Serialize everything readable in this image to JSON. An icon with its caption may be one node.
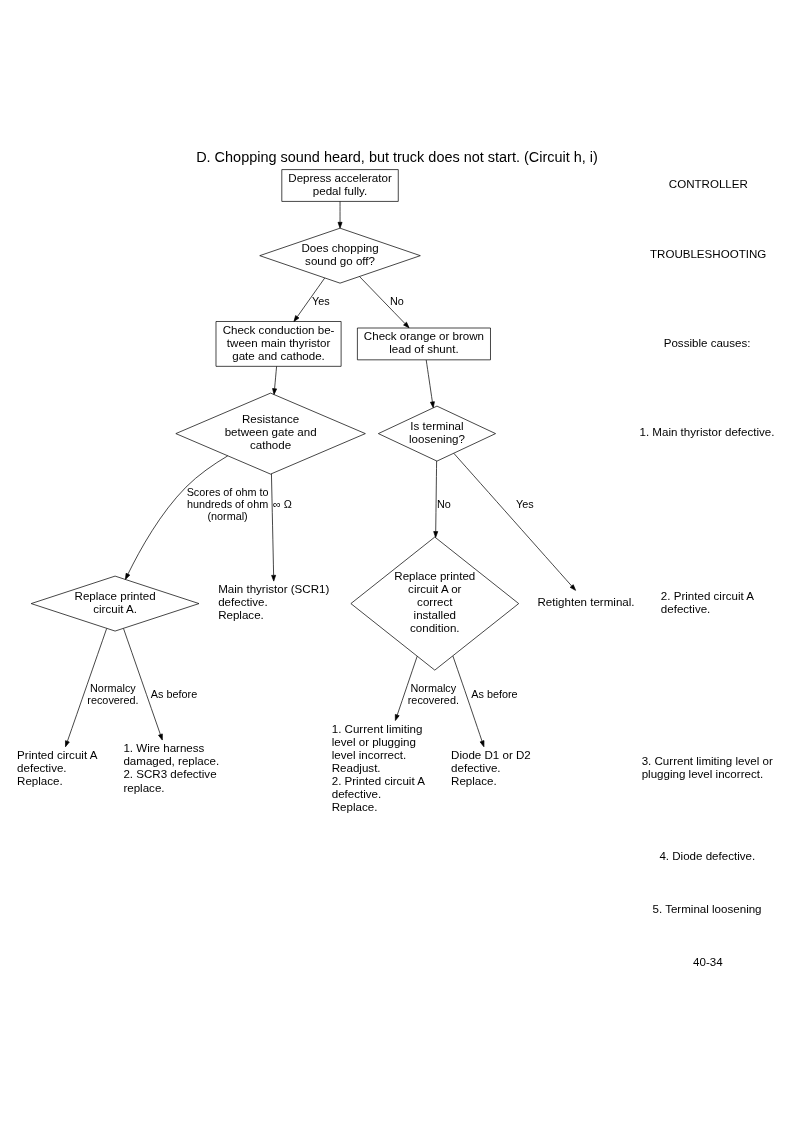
{
  "diagram": {
    "title": "D. Chopping sound heard, but truck does not start. (Circuit h, i)",
    "nodes": [
      {
        "text": [
          "Depress accelerator pedal fully."
        ]
      },
      {
        "text": [
          "Does chopping sound go off?"
        ]
      },
      {
        "text": [
          "Check conduction be- tween main thyristor gate and cathode."
        ]
      },
      {
        "text": [
          "Resistance between gate and cathode"
        ]
      },
      {
        "text": [
          "Replace printed circuit A."
        ]
      },
      {
        "text": [
          "Check orange or brown lead of shunt."
        ]
      },
      {
        "text": [
          "Is terminal loosening?"
        ]
      },
      {
        "text": [
          "Replace printed circuit A or correct installed condition."
        ]
      },
      {
        "text": [
          "Main thyristor (SCR1) defective.",
          "Replace."
        ]
      },
      {
        "text": [
          "Printed circuit A defective.",
          "Replace."
        ]
      },
      {
        "text": [
          "1. Wire harness damaged, replace.",
          "2. SCR3 defective replace."
        ]
      },
      {
        "text": [
          "Retighten terminal."
        ]
      },
      {
        "text": [
          "1. Current limiting level or plugging level incorrect.",
          "Readjust.",
          "2. Printed circuit A defective.",
          "Replace."
        ]
      },
      {
        "text": [
          "Diode D1 or D2 defective.",
          "Replace."
        ]
      }
    ],
    "edges": [
      {
        "from": 0,
        "to": 1,
        "arrow": "to"
      },
      {
        "from": 1,
        "to": 2,
        "arrow": "to",
        "label": "Yes"
      },
      {
        "from": 1,
        "to": 5,
        "arrow": "to",
        "label": "No"
      },
      {
        "from": 2,
        "to": 3,
        "arrow": "to"
      },
      {
        "from": 3,
        "to": 8,
        "arrow": "to",
        "label": "∞ Ω"
      },
      {
        "from": 3,
        "to": 4,
        "arrow": "to",
        "label": "Scores of ohm to hundreds of ohm (normal)"
      },
      {
        "from": 4,
        "to": 9,
        "arrow": "to",
        "label": "Normalcy recovered."
      },
      {
        "from": 4,
        "to": 10,
        "arrow": "to",
        "label": "As before"
      },
      {
        "from": 5,
        "to": 6,
        "arrow": "to"
      },
      {
        "from": 6,
        "to": 11,
        "arrow": "to",
        "label": "Yes"
      },
      {
        "from": 6,
        "to": 7,
        "arrow": "to",
        "label": "No"
      },
      {
        "from": 7,
        "to": 12,
        "arrow": "to",
        "label": "Normalcy recovered."
      },
      {
        "from": 7,
        "to": 13,
        "arrow": "to",
        "label": "As before"
      }
    ],
    "labels": [
      "CONTROLLER",
      "TROUBLESHOOTING",
      "Possible causes:",
      "1. Main thyristor defective.",
      "2. Printed circuit A defective.",
      "3. Current limiting level or plugging level incorrect.",
      "4. Diode defective.",
      "5. Terminal loosening",
      "40-34"
    ]
  }
}
